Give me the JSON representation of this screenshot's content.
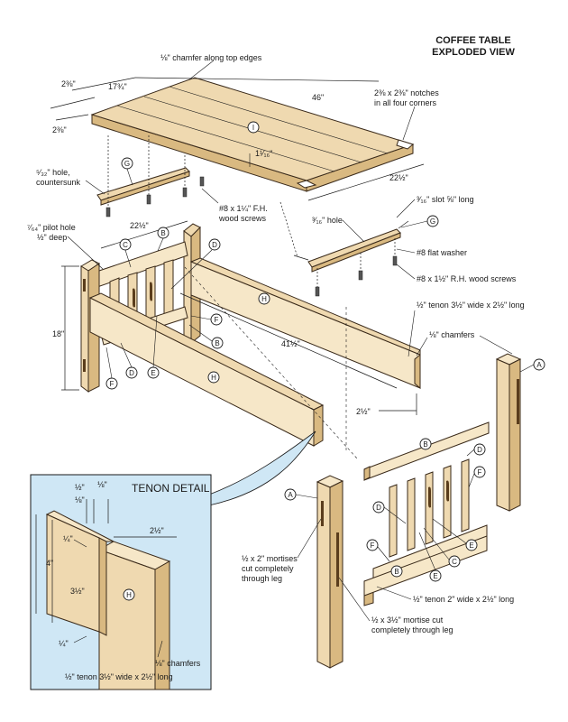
{
  "title": {
    "line1": "COFFEE TABLE",
    "line2": "EXPLODED VIEW"
  },
  "detail_title": "TENON DETAIL",
  "labels": {
    "chamfer_top": "⅛\" chamfer along top edges",
    "dim_2_3_8_a": "2⅜\"",
    "dim_17_3_4": "17¾\"",
    "dim_46": "46\"",
    "notches_1": "2⅜ x 2⅜\" notches",
    "notches_2": "in all four corners",
    "dim_2_3_8_b": "2⅜\"",
    "dim_1_1_16": "1¹⁄₁₆\"",
    "dim_22_1_2_top": "22½\"",
    "hole_countersunk_1": "⁵⁄₃₂\" hole,",
    "hole_countersunk_2": "countersunk",
    "fh_screws_1": "#8 x 1¼\" F.H.",
    "fh_screws_2": "wood screws",
    "slot": "³⁄₁₆\" slot ⅝\" long",
    "hole_3_16": "³⁄₁₆\" hole",
    "pilot_1": "⁷⁄₆₄\" pilot hole",
    "pilot_2": "½\" deep",
    "dim_22_1_2_mid": "22½\"",
    "flat_washer": "#8 flat washer",
    "rh_screws": "#8 x 1½\" R.H. wood screws",
    "tenon_long": "½\" tenon 3½\" wide x 2½\" long",
    "chamfers": "⅛\" chamfers",
    "dim_18": "18\"",
    "dim_41_1_2": "41½\"",
    "dim_2_1_2": "2½\"",
    "mortises_1": "½ x 2\" mortises",
    "mortises_2": "cut completely",
    "mortises_3": "through leg",
    "tenon_short": "½\" tenon 2\" wide x 2½\" long",
    "mortise_cut_1": "½ x 3½\" mortise cut",
    "mortise_cut_2": "completely through leg",
    "det_half": "½\"",
    "det_eighth_a": "⅛\"",
    "det_eighth_b": "⅛\"",
    "det_2_1_2": "2½\"",
    "det_quarter_a": "¼\"",
    "det_4": "4\"",
    "det_3_1_2": "3½\"",
    "det_quarter_b": "¼\"",
    "det_chamfers": "⅛\" chamfers",
    "det_tenon": "½\" tenon 3½\" wide x 2½\" long"
  },
  "parts": {
    "A": "A",
    "B": "B",
    "C": "C",
    "D": "D",
    "E": "E",
    "F": "F",
    "G": "G",
    "H": "H",
    "I": "I"
  }
}
